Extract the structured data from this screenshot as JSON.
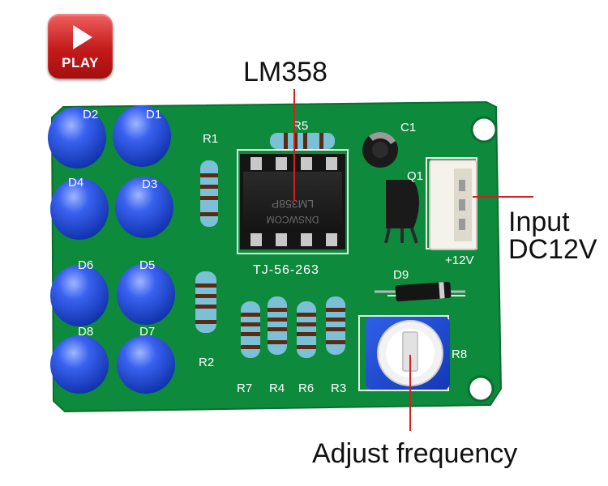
{
  "play_button": {
    "label": "PLAY"
  },
  "callouts": {
    "chip": "LM358",
    "input_line1": "Input",
    "input_line2": "DC12V",
    "pot": "Adjust frequency"
  },
  "board": {
    "led_labels": [
      "D2",
      "D1",
      "D4",
      "D3",
      "D6",
      "D5",
      "D8",
      "D7"
    ],
    "resistor_labels": {
      "r1": "R1",
      "r2": "R2",
      "r5": "R5",
      "r7": "R7",
      "r4": "R4",
      "r6": "R6",
      "r3": "R3",
      "r8": "R8"
    },
    "cap_label": "C1",
    "transistor_label": "Q1",
    "diode_label": "D9",
    "chip_marking": "LM358P",
    "chip_maker": "DNSWCOM",
    "board_code": "TJ-56-263",
    "connector_label": "+12V"
  },
  "colors": {
    "pcb": "#0e8a3c",
    "led": "#2250e0",
    "callout_line": "#d42020",
    "play": "#c41a1a"
  }
}
